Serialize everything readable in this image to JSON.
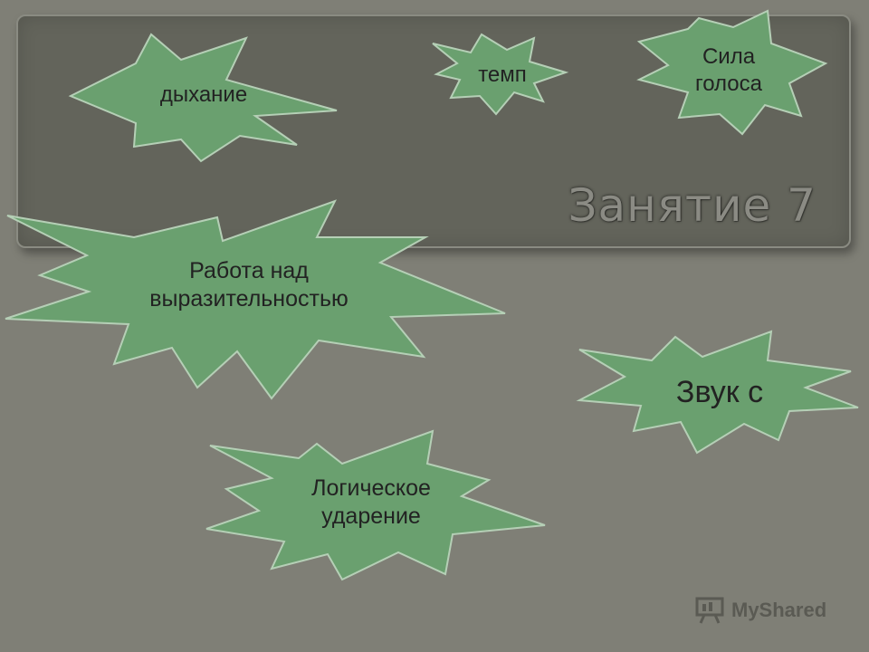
{
  "title": "Занятие 7",
  "bursts": [
    {
      "id": "breathing",
      "text": "дыхание"
    },
    {
      "id": "tempo",
      "text": "темп"
    },
    {
      "id": "voice-strength",
      "line1": "Сила",
      "line2": "голоса"
    },
    {
      "id": "expressiveness",
      "line1": "Работа над",
      "line2": "выразительностью"
    },
    {
      "id": "sound",
      "text": "Звук с"
    },
    {
      "id": "logical-stress",
      "line1": "Логическое",
      "line2": "ударение"
    }
  ],
  "watermark": {
    "text": "MyShared",
    "icon": "presentation-icon"
  },
  "colors": {
    "background": "#7f7f76",
    "panel": "#63645b",
    "burst_fill": "#6aa06f",
    "burst_stroke": "#b5cfb6"
  }
}
